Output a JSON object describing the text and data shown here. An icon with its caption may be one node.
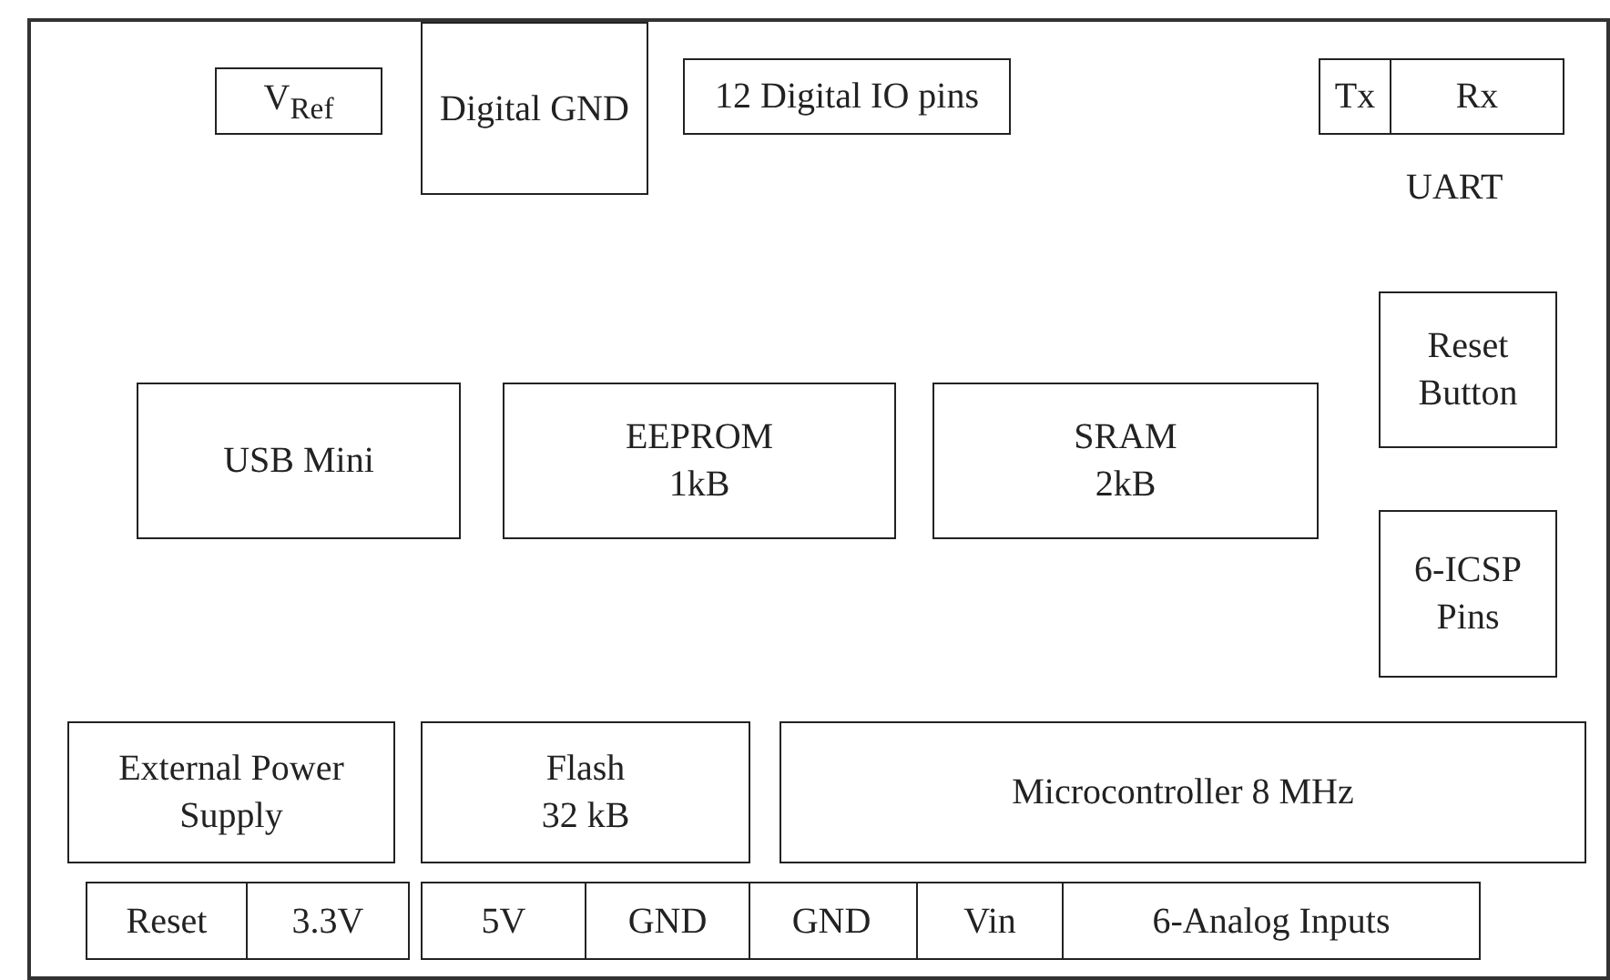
{
  "diagram": {
    "nodes": [
      {
        "text": [
          "V$_{Ref}$"
        ]
      },
      {
        "text": [
          "Digital GND"
        ]
      },
      {
        "text": [
          "12 Digital IO pins"
        ]
      },
      {
        "text": [
          "Tx"
        ]
      },
      {
        "text": [
          "Rx"
        ]
      },
      {
        "text": [
          "USB Mini"
        ]
      },
      {
        "text": [
          "EEPROM",
          "1kB"
        ]
      },
      {
        "text": [
          "SRAM",
          "2kB"
        ]
      },
      {
        "text": [
          "Reset Button"
        ]
      },
      {
        "text": [
          "6-ICSP Pins"
        ]
      },
      {
        "text": [
          "External Power Supply"
        ]
      },
      {
        "text": [
          "Flash",
          "32 kB"
        ]
      },
      {
        "text": [
          "Microcontroller 8 MHz"
        ]
      },
      {
        "text": [
          "Reset"
        ]
      },
      {
        "text": [
          "3.3V"
        ]
      },
      {
        "text": [
          "5V"
        ]
      },
      {
        "text": [
          "GND"
        ]
      },
      {
        "text": [
          "GND"
        ]
      },
      {
        "text": [
          "Vin"
        ]
      },
      {
        "text": [
          "6-Analog Inputs"
        ]
      }
    ],
    "edges": [],
    "labels": [
      "UART"
    ]
  }
}
